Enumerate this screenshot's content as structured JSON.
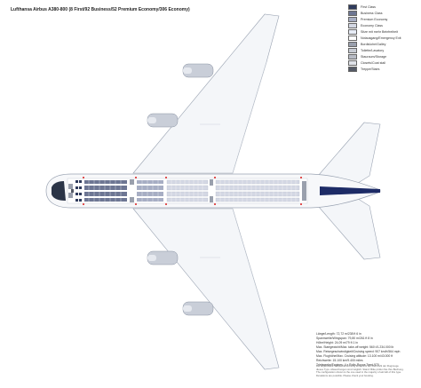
{
  "title": "Lufthansa Airbus A380-800 (8 First/92 Business/52 Premium Economy/306 Economy)",
  "legend": [
    {
      "label": "First Class",
      "color": "#2f3b5c",
      "icon": "first-class-seat-icon"
    },
    {
      "label": "Business Class",
      "color": "#6d7693",
      "icon": "business-class-seat-icon"
    },
    {
      "label": "Premium Economy",
      "color": "#a7aec4",
      "icon": "premium-economy-seat-icon"
    },
    {
      "label": "Economy Class",
      "color": "#d4d8e4",
      "icon": "economy-seat-icon"
    },
    {
      "label": "Sitze mit mehr Beinfreiheit",
      "color": "#e7ecf6",
      "icon": "extra-legroom-seat-icon"
    },
    {
      "label": "Notausgang/Emergency Exit",
      "color": "#ffffff",
      "icon": "emergency-exit-icon"
    },
    {
      "label": "Bordküche/Galley",
      "color": "#9aa0ad",
      "icon": "galley-icon"
    },
    {
      "label": "Toilette/Lavatory",
      "color": "#c7cbd4",
      "icon": "lavatory-icon"
    },
    {
      "label": "Stauraum/Storage",
      "color": "#b7bbc4",
      "icon": "storage-icon"
    },
    {
      "label": "Closets/Coat stall",
      "color": "#dfe2e8",
      "icon": "closet-icon"
    },
    {
      "label": "Treppe/Stairs",
      "color": "#555a66",
      "icon": "stairs-icon"
    }
  ],
  "specs": [
    "Länge/Length: 72,72 m/238 ft 6 in",
    "Spannweite/Wingspan: 79,80 m/261 ft 8 in",
    "Höhe/Height: 24,09 m/79 ft 1 in",
    "Max. Startgewicht/Max. take-off weight: 560 t/1.234.000 lb",
    "Max. Reisegeschwindigkeit/Cruising speed: 907 km/h/564 mph",
    "Max. Flughöhe/Max. Cruising altitude: 13.100 m/43.000 ft",
    "Reichweite: 15.100 km/9.400 miles",
    "Triebwerke/Engines: 4 x Rolls-Royce Trent 970"
  ],
  "footnote": [
    "Die abgebildete Sitzplatzanordnung entspricht der Mehrzahl der Flugzeuge",
    "dieses Typs. Abweichungen sind möglich. Stand: Bitte prüfen Sie Ihre Buchung.",
    "The configuration shown is the one used in the majority of aircraft of this type.",
    "Deviations are possible. Please check your booking."
  ],
  "colors": {
    "fuselage": "#f7f8fa",
    "outline": "#9aa3b2",
    "engine": "#c9ced8",
    "tail_accent": "#1d2b66",
    "cockpit": "#2b3447"
  }
}
